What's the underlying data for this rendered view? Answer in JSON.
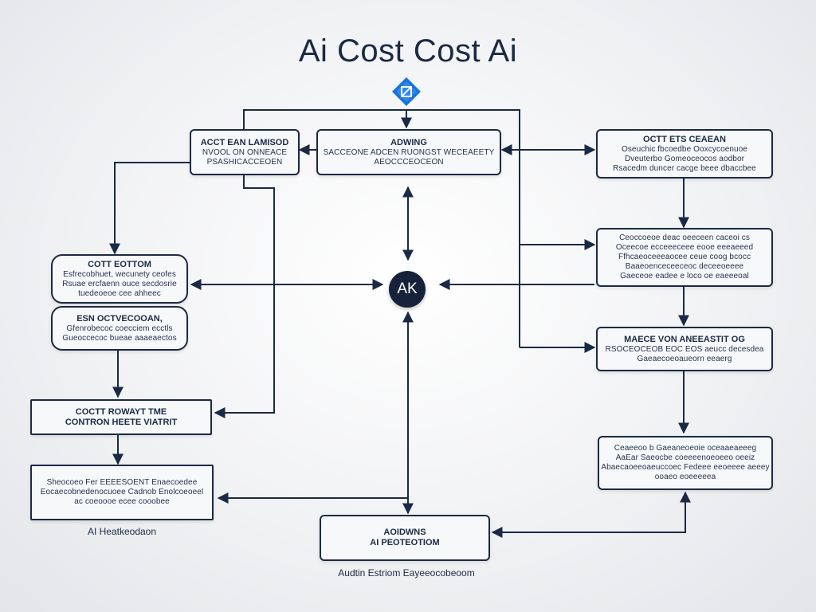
{
  "title": "Ai Cost Cost Ai",
  "logo_icon": "diamond-logo-icon",
  "hub": {
    "label": "AK"
  },
  "nodes": {
    "top_left": {
      "lines": [
        "ACCT EAN LAMISOD",
        "NVOOL ON ONNEACE",
        "PSASHICACCEOEN"
      ]
    },
    "top_center": {
      "lines": [
        "ADWING",
        "SACCEONE ADCEN RUONGST WECEAEETY",
        "AEOCCCEOCEON"
      ]
    },
    "top_right": {
      "lines": [
        "OCTT ETS CEAEAN",
        "Oseuchic fbcoedbe Ooxcycoenuoe",
        "Dveuterbo Gomeoceocos aodbor",
        "Rsacedm duncer cacge beee dbaccbee"
      ]
    },
    "left_mid": {
      "lines": [
        "COTT EOTTOM",
        "Esfrecobhuet, wecunety ceofes",
        "Rsuae ercfaenn ouce secdosrie",
        "tuedeoeoe cee ahheec"
      ]
    },
    "left_mid2": {
      "lines": [
        "ESN OCTVECOOAN,",
        "Gfenrobecoc coecciem ecctls",
        "Gueoccecoc bueae aaaeaectos"
      ]
    },
    "right_mid": {
      "lines": [
        "Ceoccoeoe deac oeeceen caceoi cs",
        "Oceecoe ecceeeceee eooe eeeaeeed",
        "Ffhcaeoceeeaocee ceue coog bcocc",
        "Baaeoenceceeceoc deceeoeeee",
        "Gaeceoe eadee e loco oe eaeeeoal"
      ]
    },
    "left_low": {
      "lines": [
        "COCTT ROWAYT TME",
        "CONTRON HEETE VIATRIT"
      ]
    },
    "right_low": {
      "lines": [
        "MAECE VON ANEEASTIT OG",
        "RSOCEOCEOB EOC EOS aeucc decesdea",
        "Gaeaecoeoaueorn eeaerg"
      ]
    },
    "left_bottom": {
      "lines": [
        "Sheocoeo Fer EEEESOENT Enaecoedee",
        "Eocaecobnedenocuoee Cadnob Enolcoeoeel",
        "ac coeoooe ecee cooobee"
      ]
    },
    "center_bottom": {
      "lines": [
        "AOIDWNS",
        "AI PEOTEOTIOM"
      ]
    },
    "right_bottom": {
      "lines": [
        "Ceaeeoo b Gaeaneoeoie oceaaeaeeeg",
        "AaEar Saeocbe coeeeenoeoeeo oeeiz",
        "Abaecaoeeoaeuccoec Fedeee eeoeeee aeeey",
        "ooaeo eoeeeeea"
      ]
    }
  },
  "captions": {
    "left_bottom": "AI Heatkeodaon",
    "center_bottom": "Audtin Estriom Eayeeocobeoom"
  },
  "colors": {
    "line": "#1b2a44",
    "accent": "#1a73d9",
    "hub_fill": "#16213a"
  }
}
